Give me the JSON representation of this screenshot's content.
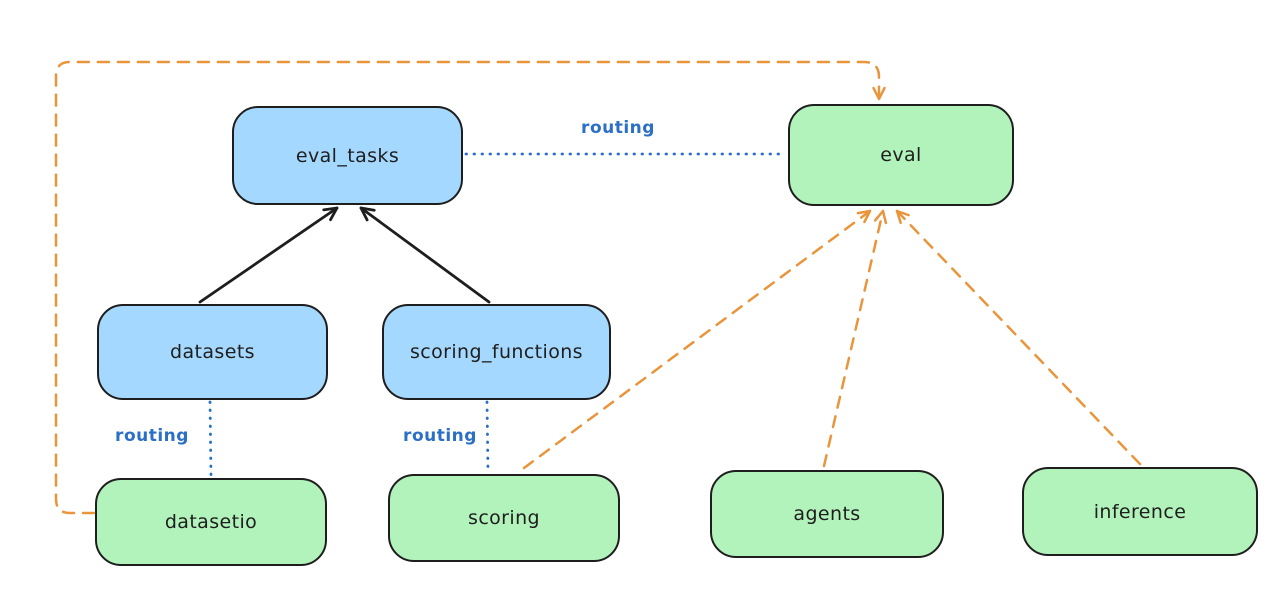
{
  "diagram": {
    "nodes": [
      {
        "id": "eval_tasks",
        "label": "eval_tasks",
        "color": "blue"
      },
      {
        "id": "eval",
        "label": "eval",
        "color": "green"
      },
      {
        "id": "datasets",
        "label": "datasets",
        "color": "blue"
      },
      {
        "id": "scoring_functions",
        "label": "scoring_functions",
        "color": "blue"
      },
      {
        "id": "datasetio",
        "label": "datasetio",
        "color": "green"
      },
      {
        "id": "scoring",
        "label": "scoring",
        "color": "green"
      },
      {
        "id": "agents",
        "label": "agents",
        "color": "green"
      },
      {
        "id": "inference",
        "label": "inference",
        "color": "green"
      }
    ],
    "edges": [
      {
        "from": "datasets",
        "to": "eval_tasks",
        "style": "solid-black",
        "label": ""
      },
      {
        "from": "scoring_functions",
        "to": "eval_tasks",
        "style": "solid-black",
        "label": ""
      },
      {
        "from": "eval_tasks",
        "to": "eval",
        "style": "dotted-blue",
        "label": "routing"
      },
      {
        "from": "datasets",
        "to": "datasetio",
        "style": "dotted-blue",
        "label": "routing"
      },
      {
        "from": "scoring_functions",
        "to": "scoring",
        "style": "dotted-blue",
        "label": "routing"
      },
      {
        "from": "datasetio",
        "to": "eval",
        "style": "dashed-orange",
        "label": ""
      },
      {
        "from": "scoring",
        "to": "eval",
        "style": "dashed-orange",
        "label": ""
      },
      {
        "from": "agents",
        "to": "eval",
        "style": "dashed-orange",
        "label": ""
      },
      {
        "from": "inference",
        "to": "eval",
        "style": "dashed-orange",
        "label": ""
      }
    ],
    "colors": {
      "canvas_bg": "#ffffff",
      "blue_fill": "#a5d8ff",
      "green_fill": "#b2f2bb",
      "border": "#1e1e1e",
      "arrow_black": "#1e1e1e",
      "routing_blue": "#2b6fc7",
      "arrow_orange": "#e8953c"
    }
  }
}
